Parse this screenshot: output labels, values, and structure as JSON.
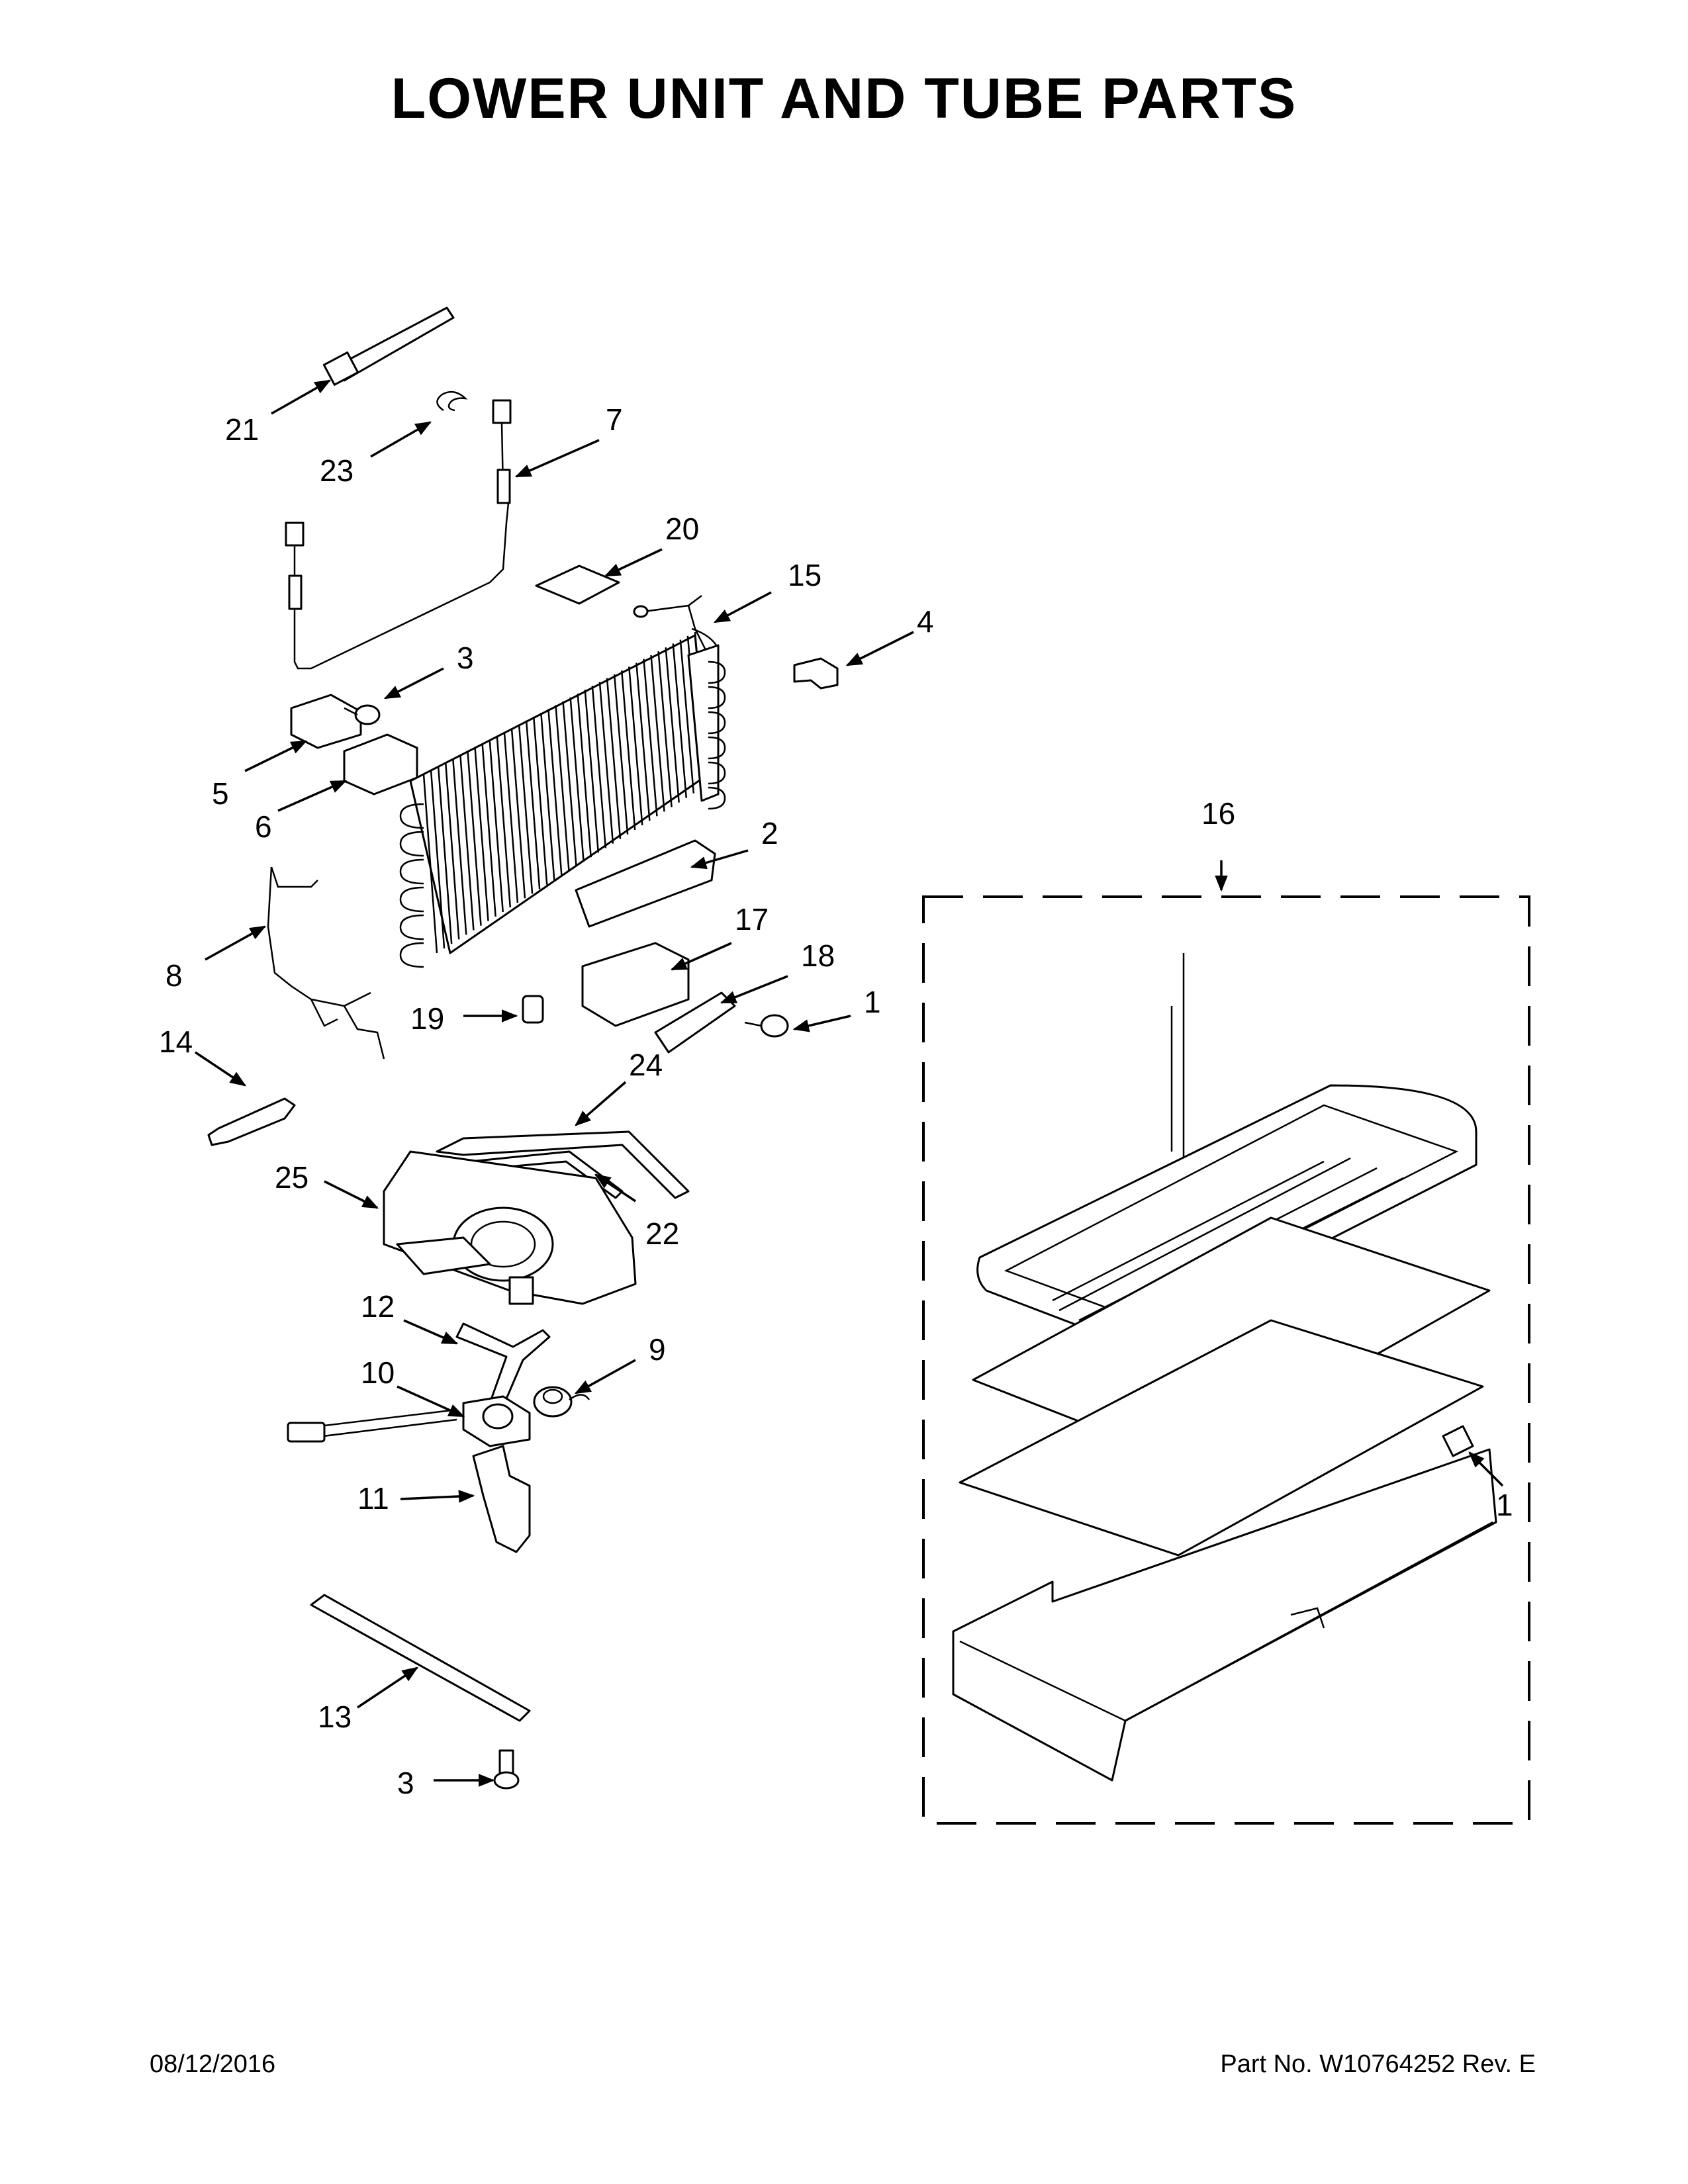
{
  "page": {
    "title": "LOWER UNIT AND TUBE PARTS",
    "date": "08/12/2016",
    "part_no": "Part No.  W10764252  Rev.  E"
  },
  "callouts": {
    "c21": "21",
    "c23": "23",
    "c7": "7",
    "c20": "20",
    "c15": "15",
    "c4": "4",
    "c3a": "3",
    "c5": "5",
    "c6": "6",
    "c2": "2",
    "c16": "16",
    "c17": "17",
    "c18": "18",
    "c8": "8",
    "c1a": "1",
    "c19": "19",
    "c14": "14",
    "c24": "24",
    "c25": "25",
    "c22": "22",
    "c12": "12",
    "c9": "9",
    "c10": "10",
    "c11": "11",
    "c1b": "1",
    "c13": "13",
    "c3b": "3"
  }
}
